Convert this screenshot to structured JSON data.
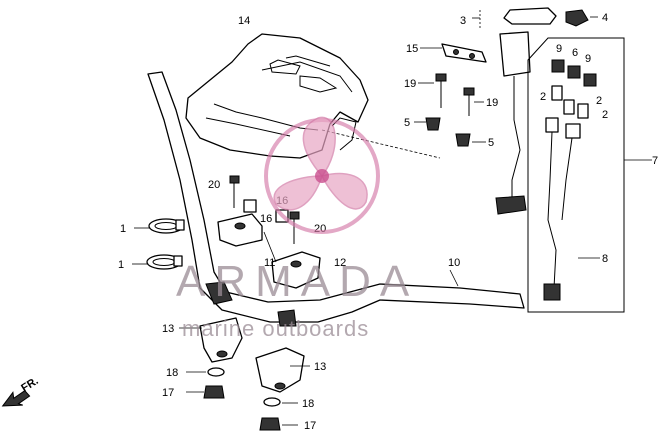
{
  "callouts": {
    "c1a": "1",
    "c1b": "1",
    "c2a": "2",
    "c2b": "2",
    "c2c": "2",
    "c3": "3",
    "c4": "4",
    "c5a": "5",
    "c5b": "5",
    "c6": "6",
    "c7": "7",
    "c8": "8",
    "c9a": "9",
    "c9b": "9",
    "c10": "10",
    "c11": "11",
    "c12": "12",
    "c13a": "13",
    "c13b": "13",
    "c14": "14",
    "c15": "15",
    "c16a": "16",
    "c16b": "16",
    "c17a": "17",
    "c17b": "17",
    "c18a": "18",
    "c18b": "18",
    "c19a": "19",
    "c19b": "19",
    "c20a": "20",
    "c20b": "20"
  },
  "direction_label": "FR.",
  "watermark": {
    "brand": "ARMADA",
    "tagline": "marine outboards"
  }
}
